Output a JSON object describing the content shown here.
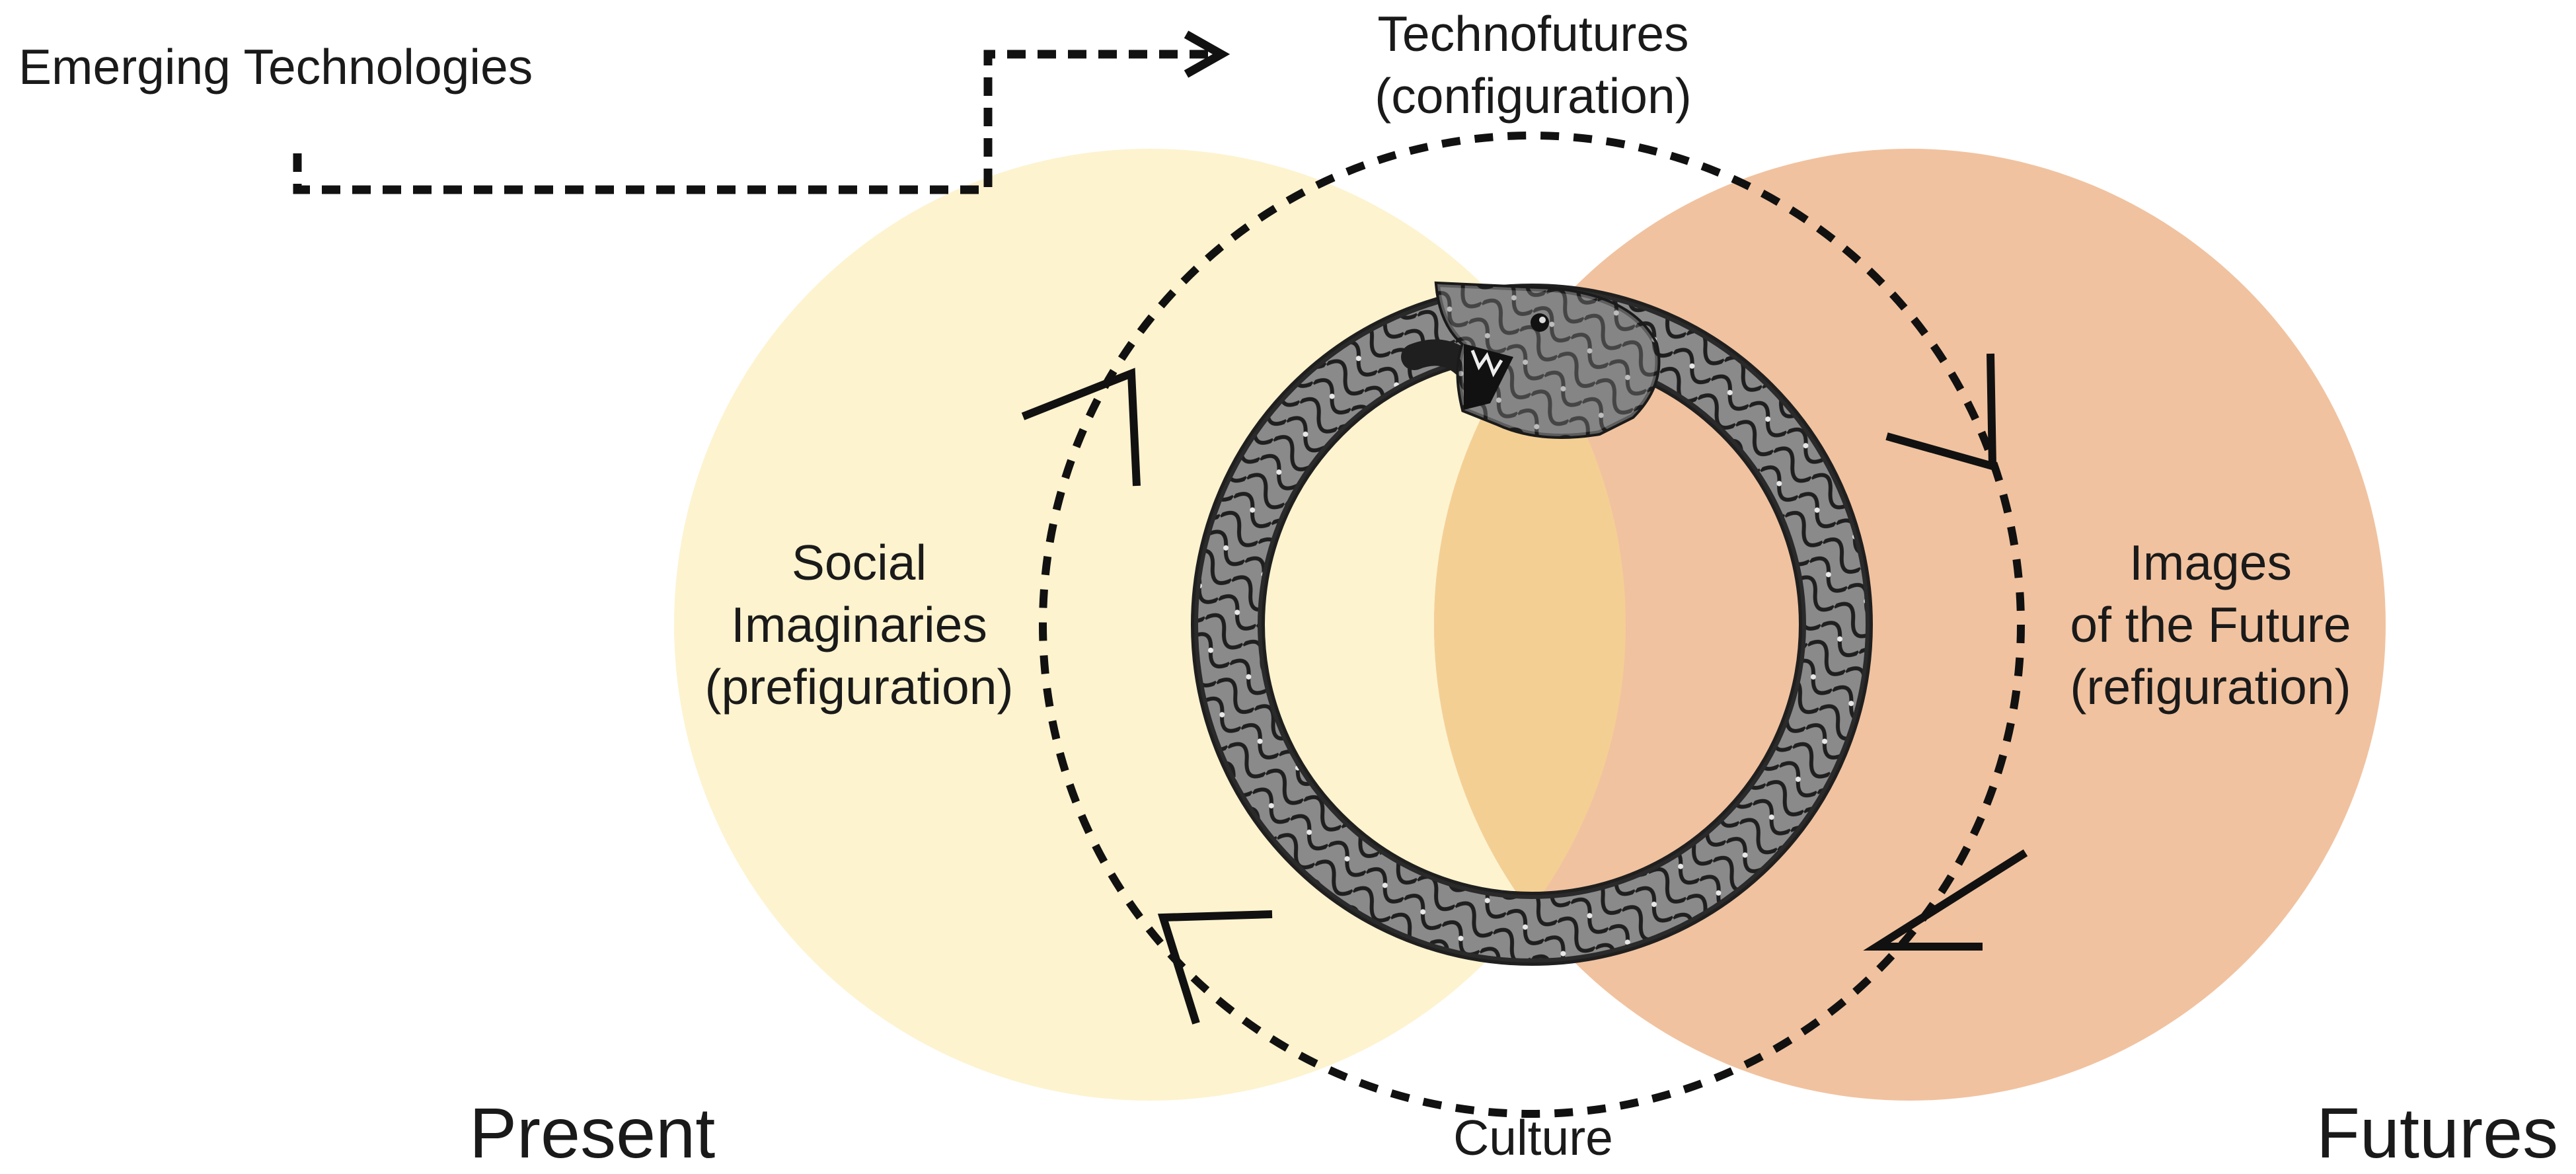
{
  "labels": {
    "emerging": "Emerging Technologies",
    "technofutures": [
      "Technofutures",
      "(configuration)"
    ],
    "social": [
      "Social",
      "Imaginaries",
      "(prefiguration)"
    ],
    "images": [
      "Images",
      "of the Future",
      "(refiguration)"
    ],
    "present": "Present",
    "futures": "Futures",
    "culture": "Culture"
  },
  "colors": {
    "present_circle": "#fdf3cf",
    "futures_circle": "#f1c29f",
    "overlap": "#f4cf94",
    "dashed": "#111111",
    "snake_body": "#7a7a7a",
    "snake_dark": "#2a2a2a"
  },
  "icons": {
    "center": "ouroboros-snake-icon"
  }
}
